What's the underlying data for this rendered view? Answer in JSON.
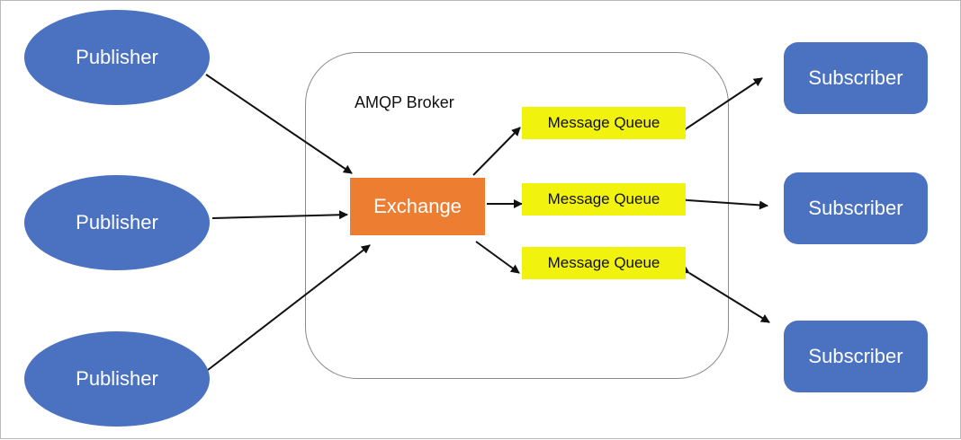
{
  "diagram": {
    "broker": {
      "label": "AMQP Broker"
    },
    "publishers": [
      {
        "label": "Publisher"
      },
      {
        "label": "Publisher"
      },
      {
        "label": "Publisher"
      }
    ],
    "exchange": {
      "label": "Exchange"
    },
    "queues": [
      {
        "label": "Message Queue"
      },
      {
        "label": "Message Queue"
      },
      {
        "label": "Message Queue"
      }
    ],
    "subscribers": [
      {
        "label": "Subscriber"
      },
      {
        "label": "Subscriber"
      },
      {
        "label": "Subscriber"
      }
    ]
  },
  "colors": {
    "publisher": "#4a72c0",
    "subscriber": "#4a72c0",
    "exchange": "#ed7d31",
    "queue": "#f2f20f",
    "arrow": "#111111"
  }
}
